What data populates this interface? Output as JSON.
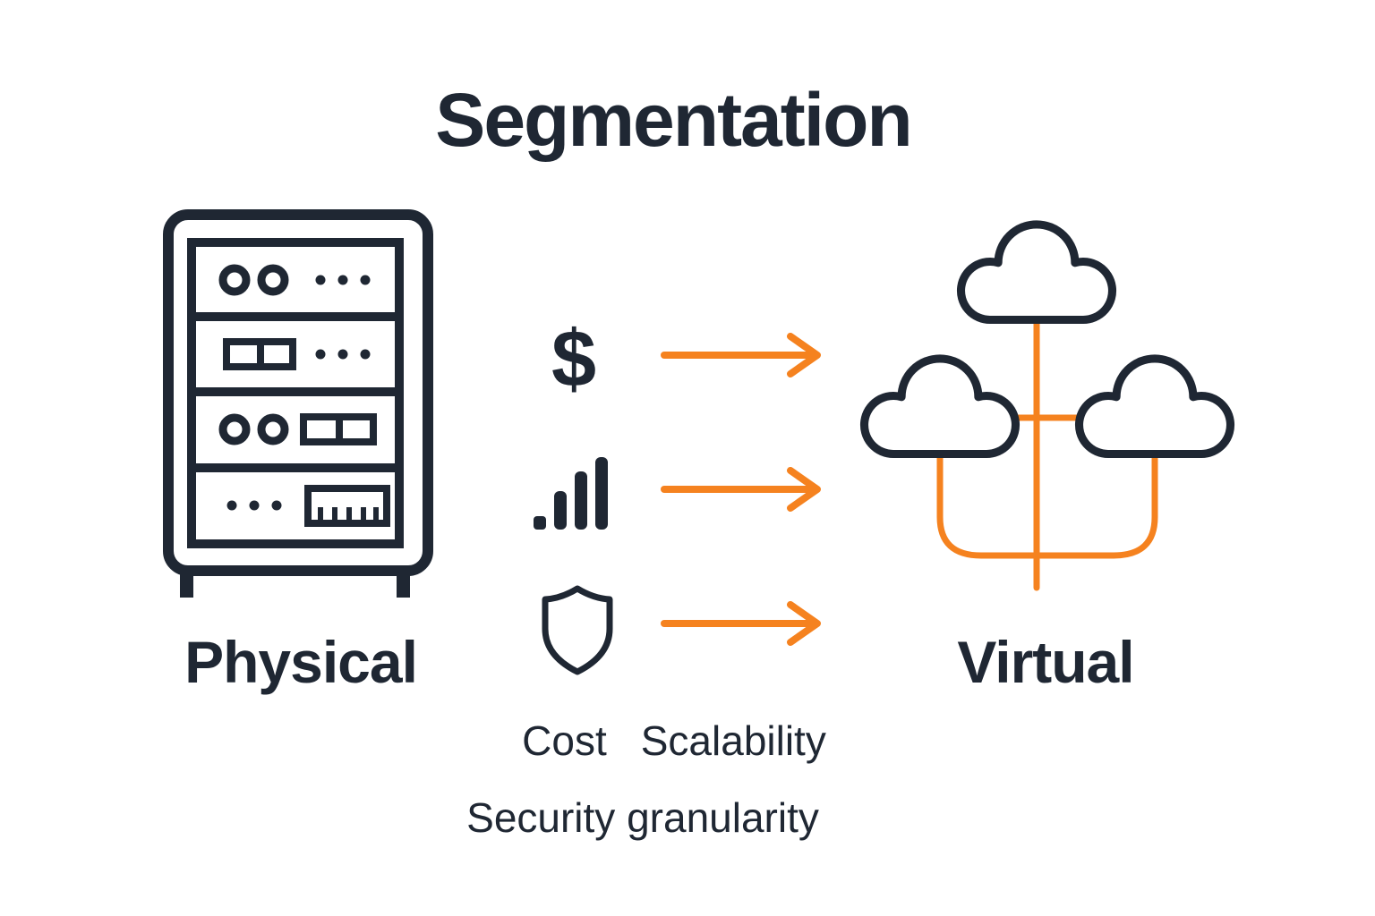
{
  "title": "Segmentation",
  "physical": {
    "label": "Physical"
  },
  "virtual": {
    "label": "Virtual"
  },
  "features": [
    {
      "icon": "dollar-icon",
      "glyph": "$",
      "label": "Cost"
    },
    {
      "icon": "bar-chart-icon",
      "label": "Scalability"
    },
    {
      "icon": "shield-icon",
      "label": "Security granularity"
    }
  ],
  "colors": {
    "ink": "#1f2733",
    "accent": "#f5821f",
    "background": "#ffffff"
  }
}
